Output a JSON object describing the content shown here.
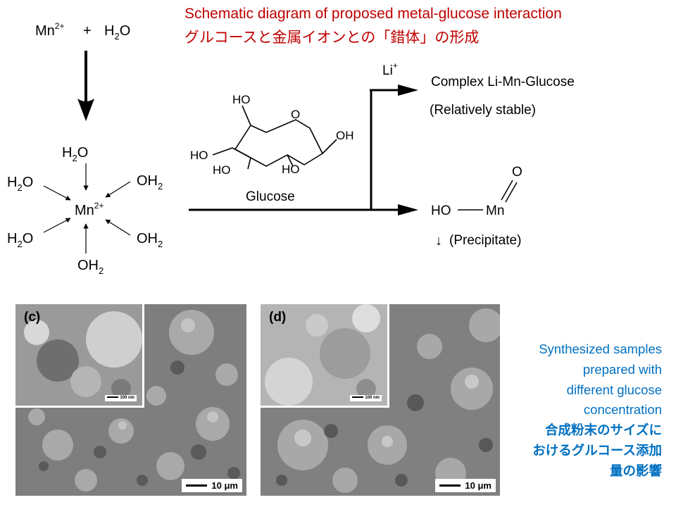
{
  "title": {
    "en": "Schematic diagram of proposed metal-glucose interaction",
    "ja": "グルコースと金属イオンとの「錯体」の形成"
  },
  "reaction": {
    "reactant_mn": "Mn",
    "reactant_mn_charge": "2+",
    "plus": "+",
    "water_h": "H",
    "water_sub": "2",
    "water_o": "O",
    "ligand_h2o_h": "H",
    "ligand_h2o_sub": "2",
    "ligand_h2o_o": "O",
    "ligand_oh2_oh": "OH",
    "ligand_oh2_sub": "2",
    "center_mn": "Mn",
    "center_charge": "2+"
  },
  "glucose": {
    "label": "Glucose",
    "ring_o": "O",
    "ho_top": "HO",
    "ho_left": "HO",
    "ho_bottom_left": "HO",
    "ho_bottom_right": "HO",
    "oh_right": "OH"
  },
  "products": {
    "li_symbol": "Li",
    "li_charge": "+",
    "complex": "Complex Li-Mn-Glucose",
    "complex_note": "(Relatively stable)",
    "ho": "HO",
    "mn": "Mn",
    "o": "O",
    "precipitate": "(Precipitate)",
    "down_arrow": "↓"
  },
  "sem": {
    "c": {
      "label": "(c)",
      "inset_scale": "100 nm",
      "scale": "10 μm"
    },
    "d": {
      "label": "(d)",
      "inset_scale": "100 nm",
      "scale": "10 μm"
    }
  },
  "note": {
    "en": [
      "Synthesized samples",
      "prepared with",
      "different glucose",
      "concentration"
    ],
    "ja": [
      "合成粉末のサイズに",
      "おけるグルコース添加",
      "量の影響"
    ]
  }
}
